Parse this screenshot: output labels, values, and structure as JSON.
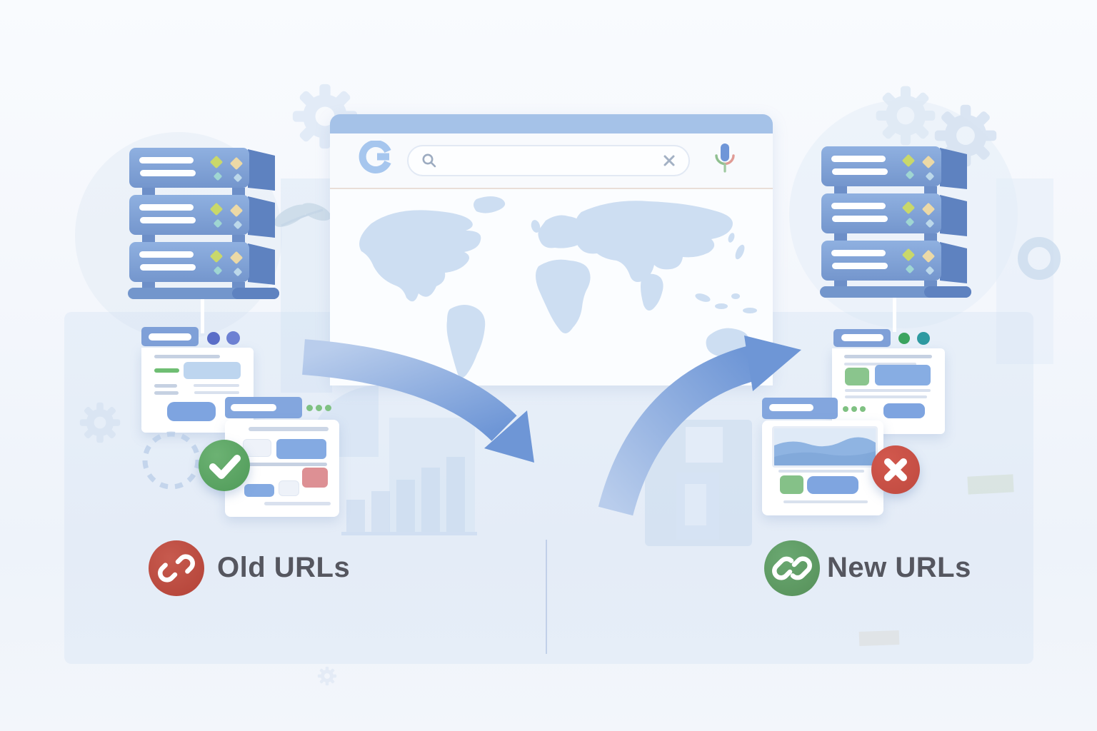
{
  "page": {
    "title": "URL migration illustration"
  },
  "labels": {
    "old_urls": "Old URLs",
    "new_urls": "New URLs"
  },
  "browser": {
    "logo_letter": "G",
    "search_placeholder": ""
  },
  "icons": {
    "search": "magnifier",
    "clear": "x-mark",
    "microphone": "google-mic",
    "success": "check-mark",
    "error": "x-mark",
    "old_urls": "broken-link",
    "new_urls": "chain-link",
    "decor": [
      "gear",
      "world-map",
      "server-stack",
      "curved-arrow",
      "bar-chart-ghost",
      "leaf"
    ]
  },
  "colors": {
    "accent_blue": "#7fa3dc",
    "titlebar_blue": "#a5c2e8",
    "map_blue": "#cddef2",
    "arrow_blue": "#7299d8",
    "success_green": "#56a05e",
    "error_red": "#c9554a",
    "old_badge_red": "#bf4f45",
    "new_badge_green": "#5f9e67",
    "label_text": "#55565f"
  }
}
